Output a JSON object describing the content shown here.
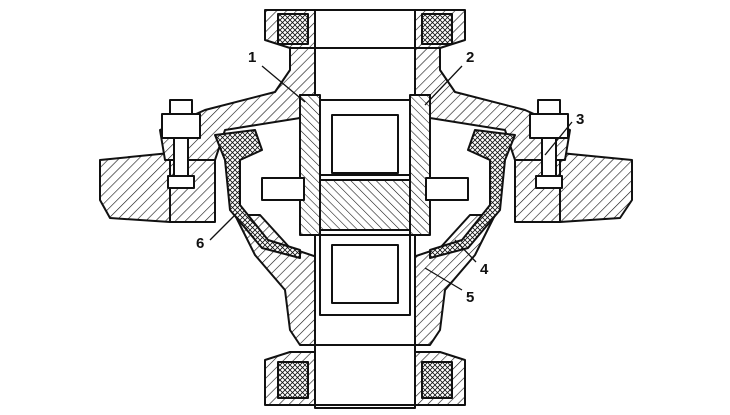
{
  "figure": {
    "ink_color": "#111111",
    "background_color": "#ffffff",
    "hatch": "diagonal-section-hatching",
    "callouts": [
      {
        "id": "1",
        "label": "1"
      },
      {
        "id": "2",
        "label": "2"
      },
      {
        "id": "3",
        "label": "3"
      },
      {
        "id": "4",
        "label": "4"
      },
      {
        "id": "5",
        "label": "5"
      },
      {
        "id": "6",
        "label": "6"
      }
    ]
  }
}
